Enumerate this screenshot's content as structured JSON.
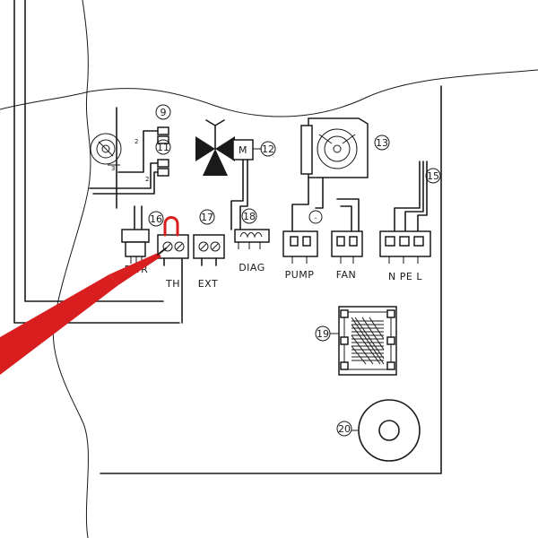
{
  "components": [
    {
      "id": "9",
      "label": "9"
    },
    {
      "id": "11",
      "label": "11"
    },
    {
      "id": "12",
      "label": "12"
    },
    {
      "id": "13",
      "label": "13"
    },
    {
      "id": "15",
      "label": "15"
    },
    {
      "id": "16",
      "label": "16"
    },
    {
      "id": "17",
      "label": "17"
    },
    {
      "id": "18",
      "label": "18"
    },
    {
      "id": "19",
      "label": "19"
    },
    {
      "id": "20",
      "label": "20"
    }
  ],
  "motor_letter": "M",
  "wire_marks": {
    "w1": "2",
    "w2": "3",
    "w3": "2",
    "pump_sign": "–"
  },
  "connectors": {
    "pwr": "PWR",
    "th": "TH",
    "ext": "EXT",
    "diag": "DIAG",
    "pump": "PUMP",
    "fan": "FAN",
    "npel": "N PE L"
  },
  "colors": {
    "ink": "#1a1a1a",
    "probe": "#d81e1e",
    "background": "#ffffff"
  }
}
